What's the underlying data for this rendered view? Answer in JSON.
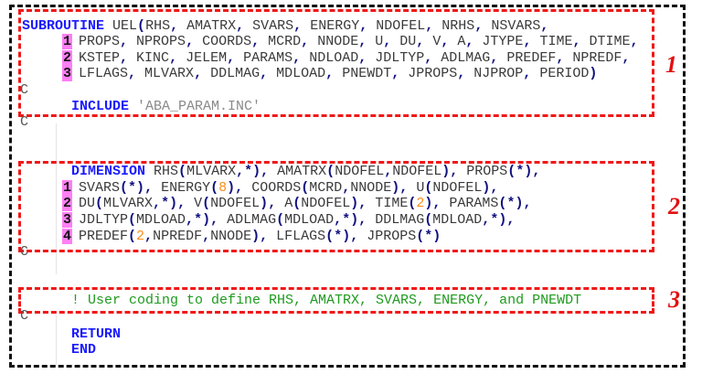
{
  "colors": {
    "keyword": "#1a1aff",
    "identifier": "#3a3a3a",
    "punctuation": "#101080",
    "number": "#ff8c1a",
    "string": "#8a8a8a",
    "comment": "#1e9a1e",
    "continuation_bg": "#ff7ff5",
    "box": "#f01818",
    "outer_box": "#111111"
  },
  "boxes": [
    {
      "label": "1"
    },
    {
      "label": "2"
    },
    {
      "label": "3"
    }
  ],
  "code": [
    {
      "text": "SUBROUTINE UEL(RHS, AMATRX, SVARS, ENERGY, NDOFEL, NRHS, NSVARS,"
    },
    {
      "cont": "1",
      "text": "PROPS, NPROPS, COORDS, MCRD, NNODE, U, DU, V, A, JTYPE, TIME, DTIME,"
    },
    {
      "cont": "2",
      "text": "KSTEP, KINC, JELEM, PARAMS, NDLOAD, JDLTYP, ADLMAG, PREDEF, NPREDF,"
    },
    {
      "cont": "3",
      "text": "LFLAGS, MLVARX, DDLMAG, MDLOAD, PNEWDT, JPROPS, NJPROP, PERIOD)"
    },
    {
      "comment_c": "C"
    },
    {
      "text": "INCLUDE 'ABA_PARAM.INC'",
      "indent": true
    },
    {
      "comment_c": "C"
    },
    {
      "text": "DIMENSION RHS(MLVARX,*), AMATRX(NDOFEL,NDOFEL), PROPS(*),",
      "indent": true
    },
    {
      "cont": "1",
      "text": "SVARS(*), ENERGY(8), COORDS(MCRD,NNODE), U(NDOFEL),"
    },
    {
      "cont": "2",
      "text": "DU(MLVARX,*), V(NDOFEL), A(NDOFEL), TIME(2), PARAMS(*),"
    },
    {
      "cont": "3",
      "text": "JDLTYP(MDLOAD,*), ADLMAG(MDLOAD,*), DDLMAG(MDLOAD,*),"
    },
    {
      "cont": "4",
      "text": "PREDEF(2,NPREDF,NNODE), LFLAGS(*), JPROPS(*)"
    },
    {
      "comment_c": "C"
    },
    {
      "text": "! User coding to define RHS, AMATRX, SVARS, ENERGY, and PNEWDT",
      "indent": true
    },
    {
      "comment_c": "C"
    },
    {
      "text": "RETURN",
      "indent": true
    },
    {
      "text": "END",
      "indent": true
    }
  ]
}
